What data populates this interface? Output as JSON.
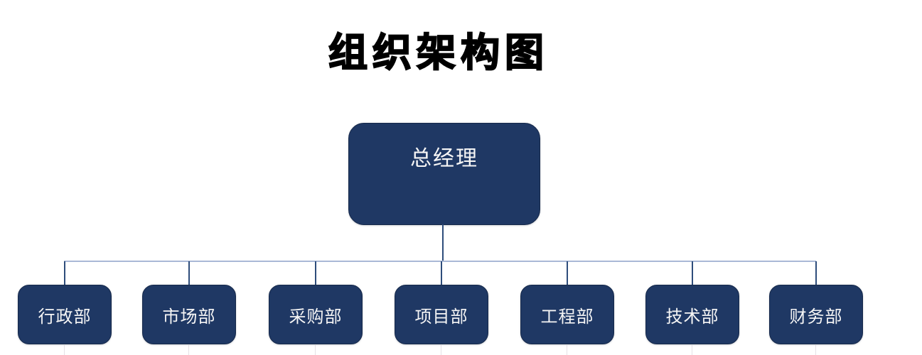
{
  "title": "组织架构图",
  "root": {
    "label": "总经理"
  },
  "children": [
    {
      "label": "行政部"
    },
    {
      "label": "市场部"
    },
    {
      "label": "采购部"
    },
    {
      "label": "项目部"
    },
    {
      "label": "工程部"
    },
    {
      "label": "技术部"
    },
    {
      "label": "财务部"
    }
  ],
  "colors": {
    "background": "#ffffff",
    "title_color": "#000000",
    "node_fill": "#1f3864",
    "node_border": "#16294a",
    "node_text": "#f5f5f5",
    "connector_vertical": "#2e4d7b",
    "connector_horizontal": "#a9b8d6"
  }
}
